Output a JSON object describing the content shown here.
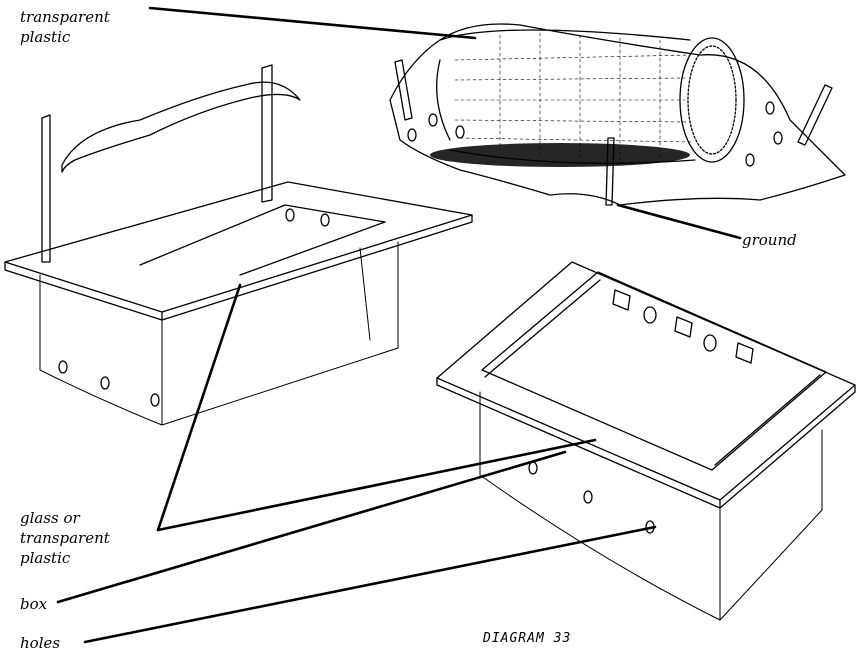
{
  "labels": {
    "transparent_plastic_top": [
      "transparent",
      "plastic"
    ],
    "ground": "ground",
    "glass": [
      "glass or",
      "transparent",
      "plastic"
    ],
    "box": "box",
    "holes": "holes"
  },
  "caption": "DIAGRAM 33"
}
